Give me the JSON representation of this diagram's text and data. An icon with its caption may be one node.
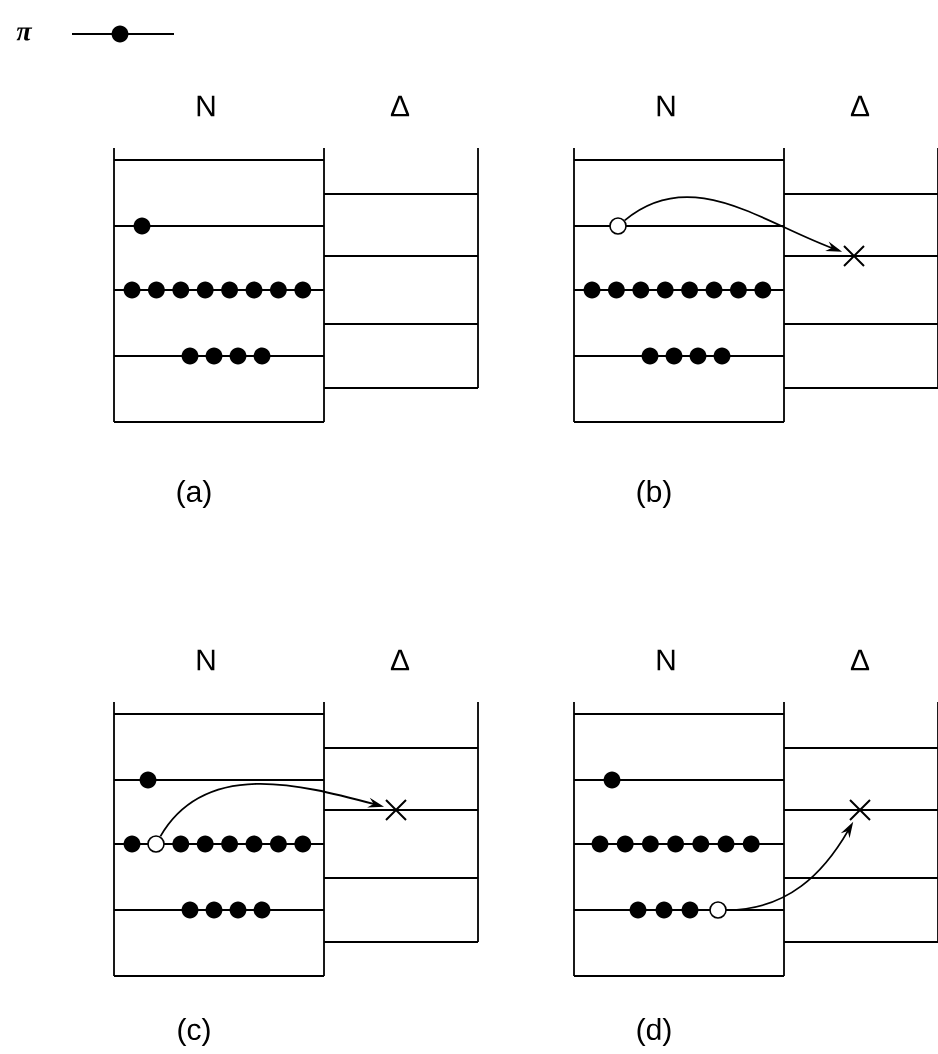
{
  "diagram": {
    "nodes": [
      {
        "text": [],
        "shape": "circle"
      },
      {
        "text": [],
        "shape": "cross"
      },
      {
        "text": [],
        "shape": "circle"
      },
      {
        "text": [],
        "shape": "cross"
      },
      {
        "text": [],
        "shape": "circle"
      },
      {
        "text": [],
        "shape": "cross"
      }
    ],
    "edges": [
      {
        "from": 0,
        "to": 1,
        "arrow": "to"
      },
      {
        "from": 2,
        "to": 3,
        "arrow": "to"
      },
      {
        "from": 4,
        "to": 5,
        "arrow": "to"
      }
    ],
    "labels": [
      "N",
      "Δ",
      "N",
      "Δ",
      "(a)",
      "(b)",
      "N",
      "Δ",
      "N",
      "Δ",
      "(c)",
      "(d)"
    ],
    "legend": [
      {
        "text": "π"
      }
    ]
  }
}
